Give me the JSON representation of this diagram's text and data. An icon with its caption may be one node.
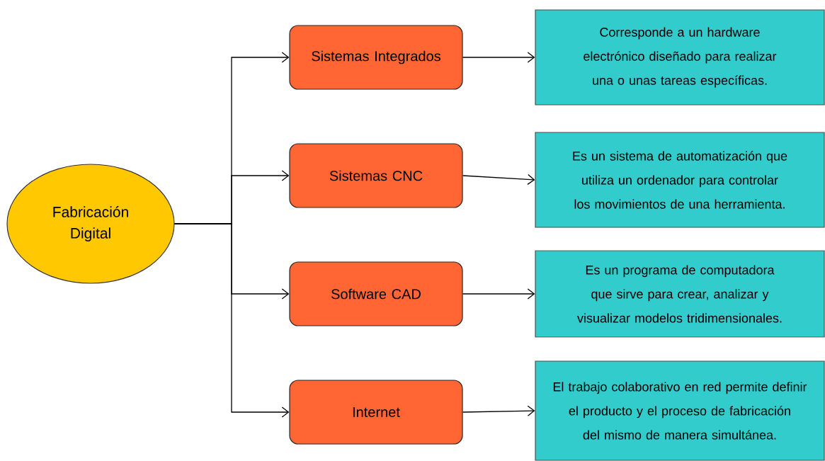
{
  "diagram": {
    "nodes": [
      {
        "text": [
          "Fabricación Digital"
        ]
      },
      {
        "text": [
          "Sistemas Integrados"
        ]
      },
      {
        "text": [
          "Sistemas CNC"
        ]
      },
      {
        "text": [
          "Software CAD"
        ]
      },
      {
        "text": [
          "Internet"
        ]
      },
      {
        "text": [
          "Corresponde a un hardware electrónico diseñado para realizar una o unas tareas específicas."
        ]
      },
      {
        "text": [
          "Es un sistema de automatización que utiliza un ordenador para controlar los movimientos de una herramienta."
        ]
      },
      {
        "text": [
          "Es un programa de computadora que sirve para crear, analizar y visualizar modelos tridimensionales."
        ]
      },
      {
        "text": [
          "El trabajo colaborativo en red permite definir el producto y el proceso de fabricación del mismo de manera simultánea."
        ]
      }
    ],
    "edges": [
      {
        "from": 0,
        "to": 1,
        "arrow": "to"
      },
      {
        "from": 0,
        "to": 2,
        "arrow": "to"
      },
      {
        "from": 0,
        "to": 3,
        "arrow": "to"
      },
      {
        "from": 0,
        "to": 4,
        "arrow": "to"
      },
      {
        "from": 1,
        "to": 5,
        "arrow": "to"
      },
      {
        "from": 2,
        "to": 6,
        "arrow": "to"
      },
      {
        "from": 3,
        "to": 7,
        "arrow": "to"
      },
      {
        "from": 4,
        "to": 8,
        "arrow": "to"
      }
    ]
  }
}
